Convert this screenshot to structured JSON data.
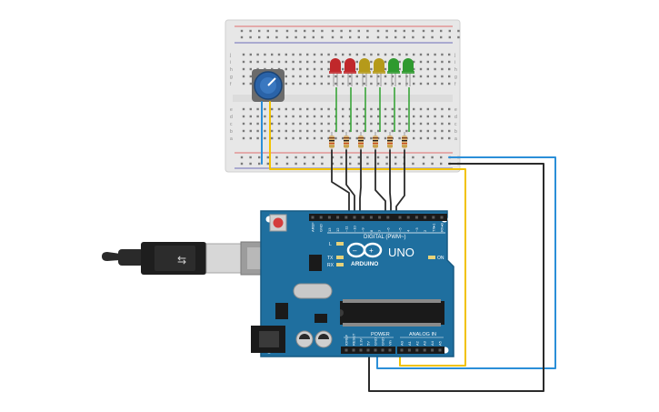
{
  "breadboard": {
    "row_letters_top": [
      "j",
      "i",
      "h",
      "g",
      "f"
    ],
    "row_letters_bottom": [
      "e",
      "d",
      "c",
      "b",
      "a"
    ],
    "column_count": 30
  },
  "leds": [
    {
      "color": "#c0282b",
      "name": "red-led"
    },
    {
      "color": "#c0282b",
      "name": "red-led"
    },
    {
      "color": "#b59a1a",
      "name": "yellow-led"
    },
    {
      "color": "#b59a1a",
      "name": "yellow-led"
    },
    {
      "color": "#2f9a2f",
      "name": "green-led"
    },
    {
      "color": "#2f9a2f",
      "name": "green-led"
    }
  ],
  "arduino": {
    "brand": "ARDUINO",
    "model": "UNO",
    "digital_label": "DIGITAL (PWM~)",
    "power_label": "POWER",
    "analog_label": "ANALOG IN",
    "on_label": "ON",
    "led_l": "L",
    "led_tx": "TX",
    "led_rx": "RX",
    "top_pins": [
      "AREF",
      "GND",
      "13",
      "12",
      "~11",
      "~10",
      "~9",
      "8",
      "7",
      "~6",
      "~5",
      "4",
      "~3",
      "2",
      "TX▸1",
      "RX◂0"
    ],
    "power_pins": [
      "IOREF",
      "RESET",
      "3.3V",
      "5V",
      "GND",
      "GND",
      "Vin"
    ],
    "analog_pins": [
      "A0",
      "A1",
      "A2",
      "A3",
      "A4",
      "A5"
    ]
  },
  "colors": {
    "board": "#1f6f9f",
    "board_dark": "#175a83",
    "breadboard": "#e8e8e8",
    "wire_black": "#2b2b2b",
    "wire_yellow": "#f2c200",
    "wire_blue": "#2b8fd8",
    "wire_green": "#3aa53a",
    "pot": "#2469b0"
  }
}
